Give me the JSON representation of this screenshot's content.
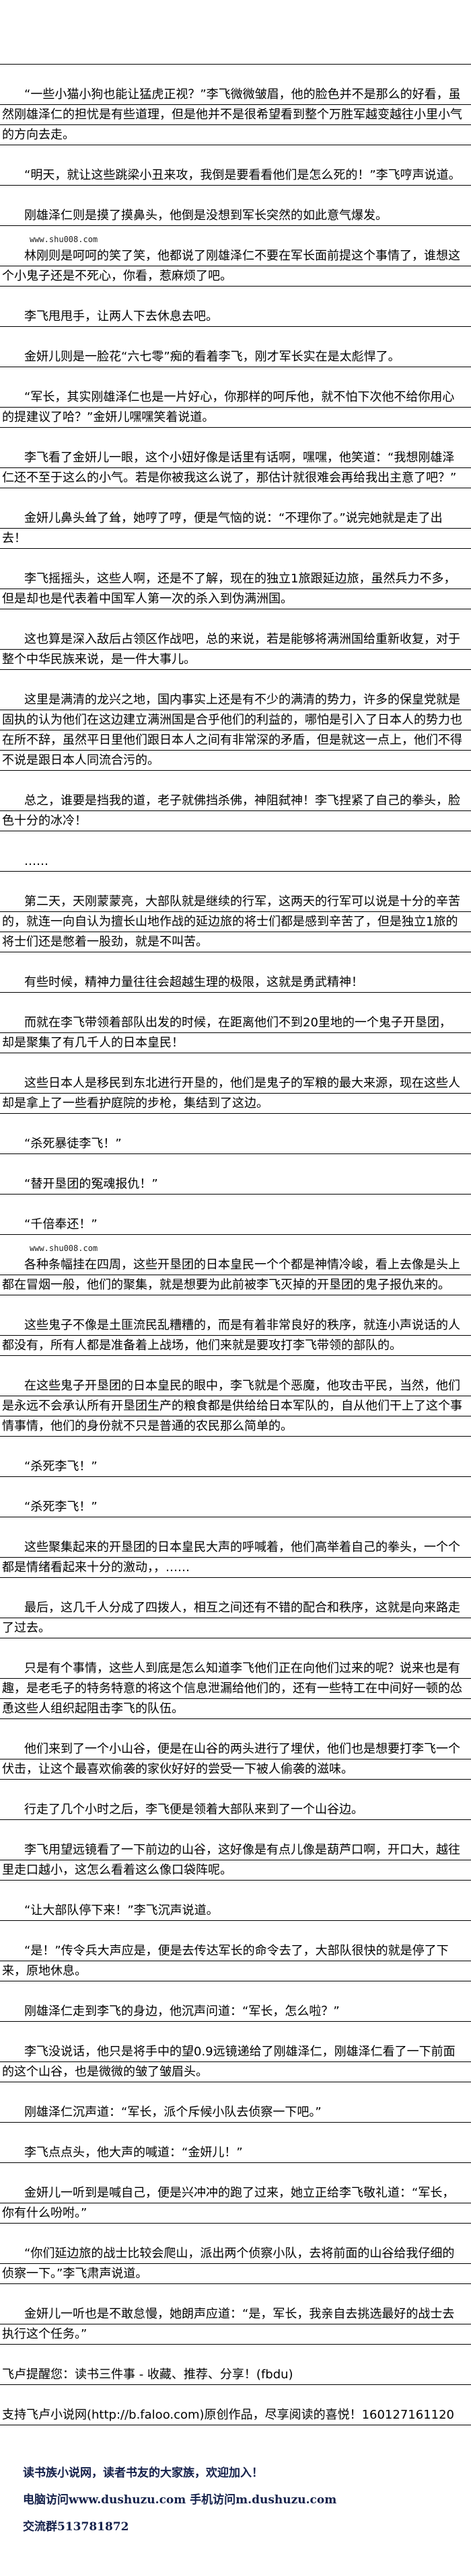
{
  "watermark": "www.shu008.com",
  "paragraphs": [
    {
      "text": "“一些小猫小狗也能让猛虎正视？”李飞微微皱眉，他的脸色并不是那么的好看，虽然刚雄泽仁的担忧是有些道理，但是他并不是很希望看到整个万胜军越变越往小里小气的方向去走。"
    },
    {
      "text": "“明天，就让这些跳梁小丑来攻，我倒是要看看他们是怎么死的！”李飞哼声说道。"
    },
    {
      "text": "刚雄泽仁则是摸了摸鼻头，他倒是没想到军长突然的如此意气爆发。"
    },
    {
      "text": "林刚则是呵呵的笑了笑，他都说了刚雄泽仁不要在军长面前提这个事情了，谁想这个小鬼子还是不死心，你看，惹麻烦了吧。",
      "watermark_before": true
    },
    {
      "text": "李飞甩甩手，让两人下去休息去吧。"
    },
    {
      "text": "金妍儿则是一脸花“六七零”痴的看着李飞，刚才军长实在是太彪悍了。"
    },
    {
      "text": "“军长，其实刚雄泽仁也是一片好心，你那样的呵斥他，就不怕下次他不给你用心的提建议了哈？”金妍儿嘿嘿笑着说道。"
    },
    {
      "text": "李飞看了金妍儿一眼，这个小妞好像是话里有话啊，嘿嘿，他笑道：“我想刚雄泽仁还不至于这么的小气。若是你被我这么说了，那估计就很难会再给我出主意了吧？”"
    },
    {
      "text": "金妍儿鼻头耸了耸，她哼了哼，便是气恼的说：“不理你了。”说完她就是走了出去！"
    },
    {
      "text": "李飞摇摇头，这些人啊，还是不了解，现在的独立1旅跟延边旅，虽然兵力不多，但是却也是代表着中国军人第一次的杀入到伪满洲国。"
    },
    {
      "text": "这也算是深入敌后占领区作战吧，总的来说，若是能够将满洲国给重新收复，对于整个中华民族来说，是一件大事儿。"
    },
    {
      "text": "这里是满清的龙兴之地，国内事实上还是有不少的满清的势力，许多的保皇党就是固执的认为他们在这边建立满洲国是合乎他们的利益的，哪怕是引入了日本人的势力也在所不辞，虽然平日里他们跟日本人之间有非常深的矛盾，但是就这一点上，他们不得不说是跟日本人同流合污的。"
    },
    {
      "text": "总之，谁要是挡我的道，老子就佛挡杀佛，神阻弑神！李飞捏紧了自己的拳头，脸色十分的冰冷！"
    },
    {
      "text": "……"
    },
    {
      "text": "第二天，天刚蒙蒙亮，大部队就是继续的行军，这两天的行军可以说是十分的辛苦的，就连一向自认为擅长山地作战的延边旅的将士们都是感到辛苦了，但是独立1旅的将士们还是憋着一股劲，就是不叫苦。"
    },
    {
      "text": "有些时候，精神力量往往会超越生理的极限，这就是勇武精神！"
    },
    {
      "text": "而就在李飞带领着部队出发的时候，在距离他们不到20里地的一个鬼子开垦团，却是聚集了有几千人的日本皇民！"
    },
    {
      "text": "这些日本人是移民到东北进行开垦的，他们是鬼子的军粮的最大来源，现在这些人却是拿上了一些看护庭院的步枪，集结到了这边。"
    },
    {
      "text": "“杀死暴徒李飞！”"
    },
    {
      "text": "“替开垦团的冤魂报仇！”"
    },
    {
      "text": "“千倍奉还！”"
    },
    {
      "text": "各种条幅挂在四周，这些开垦团的日本皇民一个个都是神情冷峻，看上去像是头上都在冒烟一般，他们的聚集，就是想要为此前被李飞灭掉的开垦团的鬼子报仇来的。",
      "watermark_before": true
    },
    {
      "text": "这些鬼子不像是土匪流民乱糟糟的，而是有着非常良好的秩序，就连小声说话的人都没有，所有人都是准备着上战场，他们来就是要攻打李飞带领的部队的。"
    },
    {
      "text": "在这些鬼子开垦团的日本皇民的眼中，李飞就是个恶魔，他攻击平民，当然，他们是永远不会承认所有开垦团生产的粮食都是供给给日本军队的，自从他们干上了这个事情事情，他们的身份就不只是普通的农民那么简单的。"
    },
    {
      "text": "“杀死李飞！”"
    },
    {
      "text": "“杀死李飞！”"
    },
    {
      "text": "这些聚集起来的开垦团的日本皇民大声的呼喊着，他们高举着自己的拳头，一个个都是情绪看起来十分的激动，，……"
    },
    {
      "text": "最后，这几千人分成了四拨人，相互之间还有不错的配合和秩序，这就是向来路走了过去。"
    },
    {
      "text": "只是有个事情，这些人到底是怎么知道李飞他们正在向他们过来的呢？说来也是有趣，是老毛子的特务特意的将这个信息泄漏给他们的，还有一些特工在中间好一顿的怂恿这些人组织起阻击李飞的队伍。"
    },
    {
      "text": "他们来到了一个小山谷，便是在山谷的两头进行了埋伏，他们也是想要打李飞一个伏击，让这个最喜欢偷袭的家伙好好的尝受一下被人偷袭的滋味。"
    },
    {
      "text": "行走了几个小时之后，李飞便是领着大部队来到了一个山谷边。"
    },
    {
      "text": "李飞用望远镜看了一下前边的山谷，这好像是有点儿像是葫芦口啊，开口大，越往里走口越小，这怎么看着这么像口袋阵呢。"
    },
    {
      "text": "“让大部队停下来！”李飞沉声说道。"
    },
    {
      "text": "“是！”传令兵大声应是，便是去传达军长的命令去了，大部队很快的就是停了下来，原地休息。"
    },
    {
      "text": "刚雄泽仁走到李飞的身边，他沉声问道：“军长，怎么啦？”"
    },
    {
      "text": "李飞没说话，他只是将手中的望0.9远镜递给了刚雄泽仁，刚雄泽仁看了一下前面的这个山谷，也是微微的皱了皱眉头。"
    },
    {
      "text": "刚雄泽仁沉声道：“军长，派个斥候小队去侦察一下吧。”"
    },
    {
      "text": "李飞点点头，他大声的喊道：“金妍儿！”"
    },
    {
      "text": "金妍儿一听到是喊自己，便是兴冲冲的跑了过来，她立正给李飞敬礼道：“军长，你有什么吩咐。”"
    },
    {
      "text": "“你们延边旅的战士比较会爬山，派出两个侦察小队，去将前面的山谷给我仔细的侦察一下。”李飞肃声说道。"
    },
    {
      "text": "金妍儿一听也是不敢怠慢，她朗声应道：“是，军长，我亲自去挑选最好的战士去执行这个任务。”"
    },
    {
      "text": "飞卢提醒您：读书三件事 - 收藏、推荐、分享！(fbdu)",
      "noindent": true
    },
    {
      "text": "支持飞卢小说网(http://b.faloo.com)原创作品，尽享阅读的喜悦！160127161120",
      "noindent": true
    }
  ],
  "footer": {
    "line1": "读书族小说网，读者书友的大家族，欢迎加入！",
    "line2": "电脑访问www.dushuzu.com 手机访问m.dushuzu.com",
    "line3": "交流群513781872"
  }
}
